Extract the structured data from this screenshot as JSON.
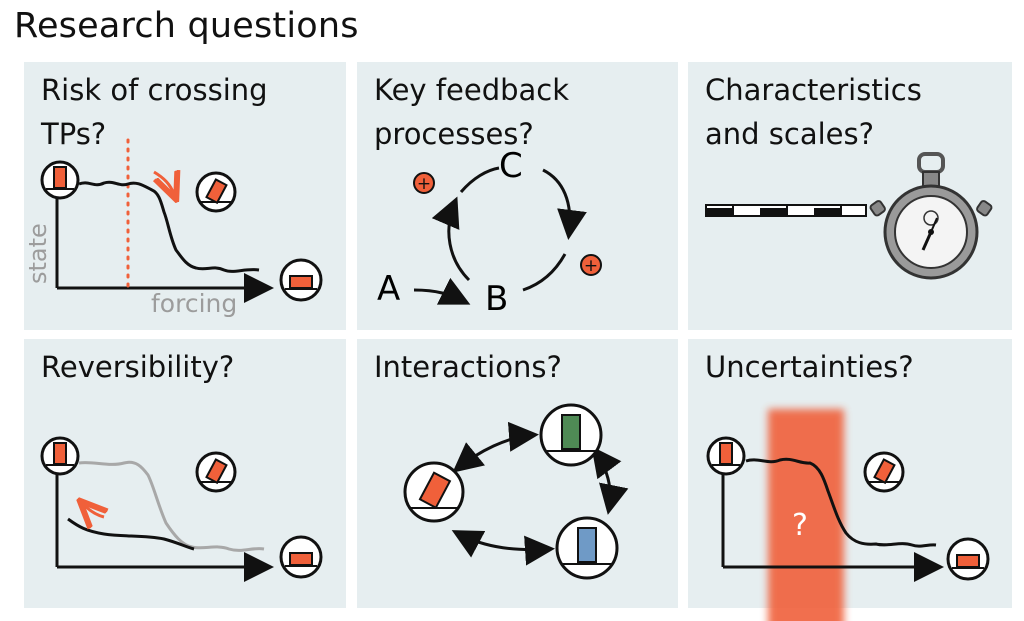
{
  "title": "Research questions",
  "colors": {
    "panel_bg": "#e6eef0",
    "ink": "#111111",
    "accent_orange": "#f0603a",
    "axis_label_gray": "#9c9c9c",
    "green_block": "#4f8a55",
    "blue_block": "#6f9ac6"
  },
  "panels": [
    {
      "title": "Risk of crossing\nTPs?",
      "axis_x": "forcing",
      "axis_y": "state",
      "icons": [
        "upright-block-icon",
        "tipping-block-icon",
        "fallen-block-icon"
      ]
    },
    {
      "title": "Key feedback\nprocesses?",
      "nodes": [
        "A",
        "B",
        "C"
      ],
      "signs": [
        "+",
        "+"
      ]
    },
    {
      "title": "Characteristics\nand scales?",
      "icons": [
        "scale-bar-icon",
        "stopwatch-icon"
      ]
    },
    {
      "title": "Reversibility?",
      "icons": [
        "upright-block-icon",
        "tipping-block-icon",
        "fallen-block-icon"
      ]
    },
    {
      "title": "Interactions?",
      "icons": [
        "tipping-block-icon",
        "green-block-icon",
        "blue-block-icon"
      ]
    },
    {
      "title": "Uncertainties?",
      "band_label": "?",
      "icons": [
        "upright-block-icon",
        "tipping-block-icon",
        "fallen-block-icon"
      ]
    }
  ]
}
